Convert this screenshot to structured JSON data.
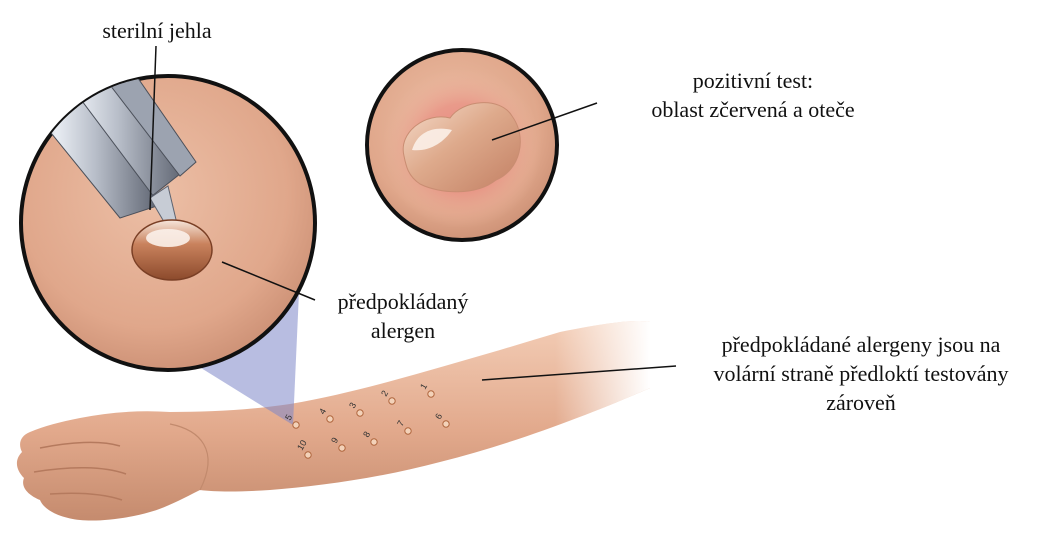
{
  "labels": {
    "needle": "sterilní jehla",
    "positive_line1": "pozitivní test:",
    "positive_line2": "oblast zčervená a oteče",
    "allergen_line1": "předpokládaný",
    "allergen_line2": "alergen",
    "forearm_line1": "předpokládané alergeny jsou na",
    "forearm_line2": "volární straně předloktí testovány",
    "forearm_line3": "zároveň"
  },
  "test_sites": [
    "1",
    "2",
    "3",
    "4",
    "5",
    "6",
    "7",
    "8",
    "9",
    "10"
  ],
  "colors": {
    "skin": "#e4aa8f",
    "skin_dark": "#c98a6d",
    "outline": "#111111",
    "wedge": "#7d86c9",
    "reaction": "#e2676a",
    "wheal": "#d79a7a"
  }
}
